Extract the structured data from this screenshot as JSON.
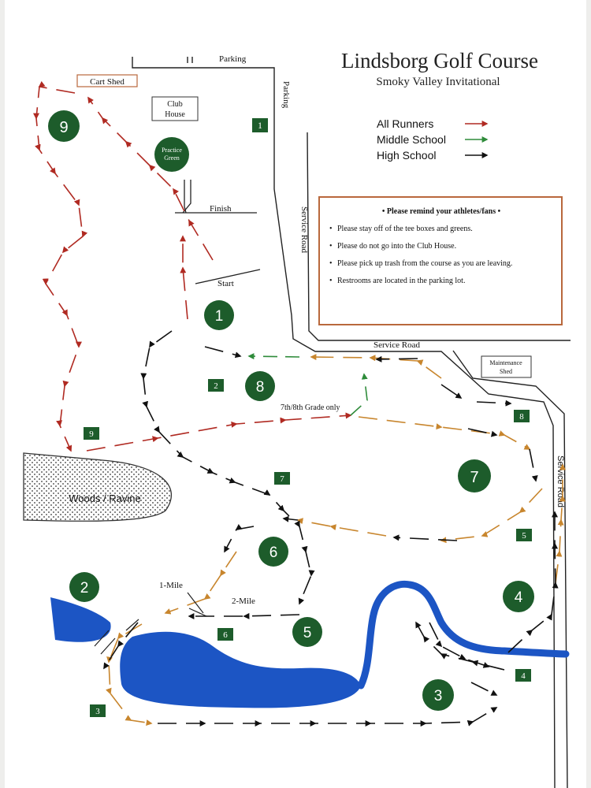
{
  "title": "Lindsborg Golf Course",
  "subtitle": "Smoky Valley Invitational",
  "legend": {
    "items": [
      {
        "label": "All Runners",
        "color": "#b02a22"
      },
      {
        "label": "Middle School",
        "color": "#2e8b3a"
      },
      {
        "label": "High School",
        "color": "#111111"
      }
    ]
  },
  "colors": {
    "all_runners": "#b02a22",
    "middle_school": "#2e8b3a",
    "high_school": "#111111",
    "orange_route": "#c8862e",
    "hole_circle": "#1d5c2b",
    "tee_box": "#1d5c2b",
    "water": "#1c55c4",
    "rules_border": "#b9683c"
  },
  "rules": {
    "heading": "• Please remind your athletes/fans •",
    "items": [
      "Please stay off of the tee boxes and greens.",
      "Please do not go into the Club House.",
      "Please pick up trash from the course as you are leaving.",
      "Restrooms are located in the parking lot."
    ]
  },
  "labels": {
    "parking_top": "Parking",
    "parking_side": "Parking",
    "cart_shed": "Cart Shed",
    "club_house_1": "Club",
    "club_house_2": "House",
    "practice_green_1": "Practice",
    "practice_green_2": "Green",
    "finish": "Finish",
    "start": "Start",
    "service_road_vertical": "Service Road",
    "service_road_horizontal": "Service Road",
    "service_road_right": "Service Road",
    "maintenance_shed_1": "Maintenance",
    "maintenance_shed_2": "Shed",
    "grade_note": "7th/8th Grade only",
    "woods": "Woods / Ravine",
    "one_mile": "1-Mile",
    "two_mile": "2-Mile"
  },
  "holes": [
    "9",
    "1",
    "8",
    "7",
    "6",
    "2",
    "5",
    "4",
    "3"
  ],
  "tees": [
    "1",
    "2",
    "8",
    "9",
    "7",
    "5",
    "6",
    "3",
    "4"
  ]
}
